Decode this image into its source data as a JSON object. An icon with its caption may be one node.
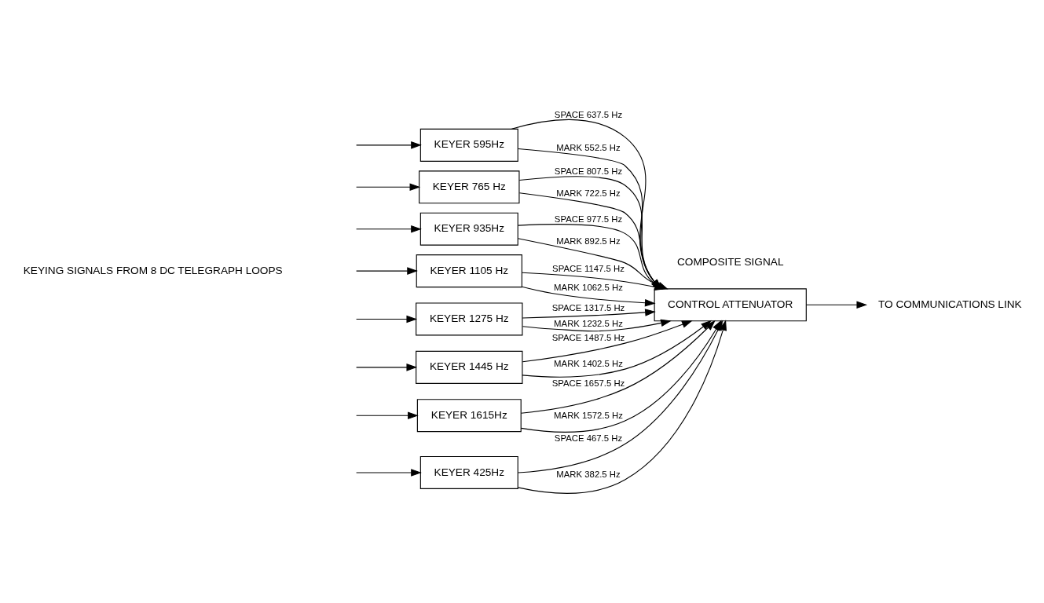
{
  "diagram": {
    "nodes": [
      {
        "text": [
          "KEYER 425Hz"
        ]
      },
      {
        "text": [
          "KEYER 595Hz"
        ]
      },
      {
        "text": [
          "KEYER 765 Hz"
        ]
      },
      {
        "text": [
          "KEYER 935Hz"
        ]
      },
      {
        "text": [
          "KEYER 1105 Hz"
        ]
      },
      {
        "text": [
          "KEYER 1275 Hz"
        ]
      },
      {
        "text": [
          "KEYER 1445 Hz"
        ]
      },
      {
        "text": [
          "KEYER 1615Hz"
        ]
      },
      {
        "text": [
          "CONTROL ATTENUATOR"
        ]
      },
      {
        "text": [
          "TO COMMUNICATIONS LINK"
        ]
      }
    ],
    "edges": [
      {
        "from": null,
        "to": 0,
        "arrow": "to"
      },
      {
        "from": null,
        "to": 1,
        "arrow": "to"
      },
      {
        "from": null,
        "to": 2,
        "arrow": "to"
      },
      {
        "from": null,
        "to": 3,
        "arrow": "to"
      },
      {
        "from": null,
        "to": 4,
        "arrow": "to"
      },
      {
        "from": null,
        "to": 5,
        "arrow": "to"
      },
      {
        "from": null,
        "to": 6,
        "arrow": "to"
      },
      {
        "from": null,
        "to": 7,
        "arrow": "to"
      },
      {
        "from": 0,
        "to": 8,
        "arrow": "to",
        "label": "SPACE 467.5 Hz"
      },
      {
        "from": 0,
        "to": 8,
        "arrow": "to",
        "label": "MARK 382.5 Hz"
      },
      {
        "from": 1,
        "to": 8,
        "arrow": "to",
        "label": "SPACE 637.5 Hz"
      },
      {
        "from": 1,
        "to": 8,
        "arrow": "to",
        "label": "MARK 552.5 Hz"
      },
      {
        "from": 2,
        "to": 8,
        "arrow": "to",
        "label": "SPACE 807.5 Hz"
      },
      {
        "from": 2,
        "to": 8,
        "arrow": "to",
        "label": "MARK 722.5 Hz"
      },
      {
        "from": 3,
        "to": 8,
        "arrow": "to",
        "label": "SPACE 977.5 Hz"
      },
      {
        "from": 3,
        "to": 8,
        "arrow": "to",
        "label": "MARK 892.5 Hz"
      },
      {
        "from": 4,
        "to": 8,
        "arrow": "to",
        "label": "SPACE 1147.5 Hz"
      },
      {
        "from": 4,
        "to": 8,
        "arrow": "to",
        "label": "MARK 1062.5 Hz"
      },
      {
        "from": 5,
        "to": 8,
        "arrow": "to",
        "label": "SPACE 1317.5 Hz"
      },
      {
        "from": 5,
        "to": 8,
        "arrow": "to",
        "label": "MARK 1232.5 Hz"
      },
      {
        "from": 6,
        "to": 8,
        "arrow": "to",
        "label": "SPACE 1487.5 Hz"
      },
      {
        "from": 6,
        "to": 8,
        "arrow": "to",
        "label": "MARK 1402.5 Hz"
      },
      {
        "from": 7,
        "to": 8,
        "arrow": "to",
        "label": "SPACE 1657.5 Hz"
      },
      {
        "from": 7,
        "to": 8,
        "arrow": "to",
        "label": "MARK 1572.5 Hz"
      },
      {
        "from": 8,
        "to": 9,
        "arrow": "to"
      }
    ],
    "labels": [
      "KEYING SIGNALS FROM 8 DC TELEGRAPH LOOPS",
      "COMPOSITE SIGNAL"
    ]
  }
}
